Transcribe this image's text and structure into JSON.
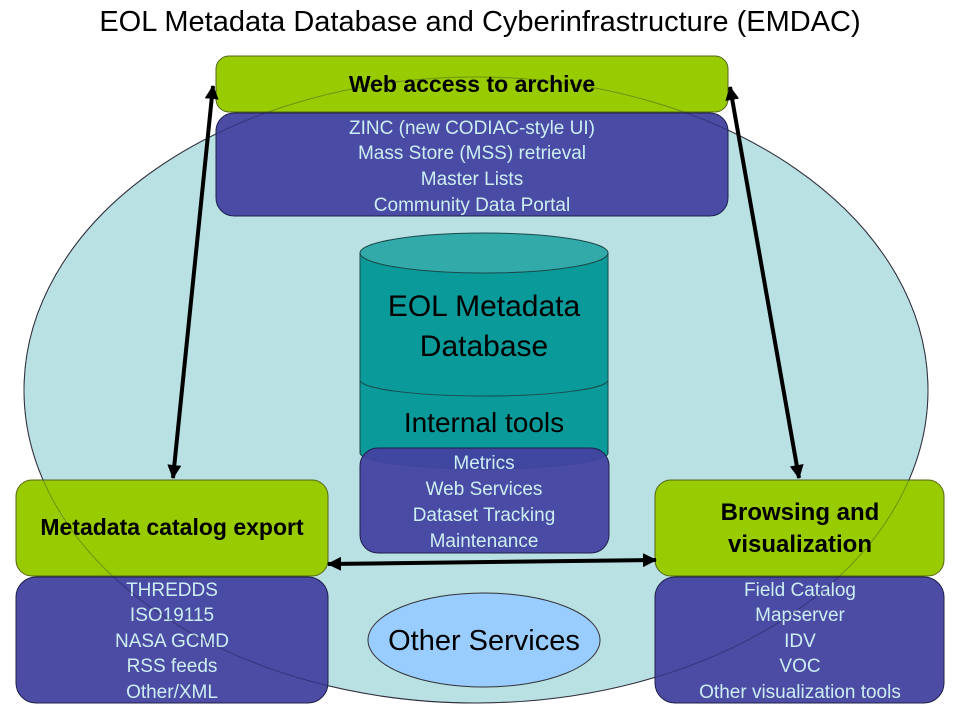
{
  "title": "EOL Metadata Database and Cyberinfrastructure (EMDAC)",
  "colors": {
    "heading_box": "#99CC00",
    "list_box": "#4242A0",
    "list_text": "#CCEEF2",
    "background_ellipse": "#B9E0E3",
    "database_body": "#0A9A9A",
    "database_top": "#33AAAA",
    "other_services": "#99CCFF"
  },
  "web_access": {
    "heading": "Web access to archive",
    "items": [
      "ZINC (new CODIAC-style UI)",
      "Mass Store (MSS) retrieval",
      "Master Lists",
      "Community Data Portal"
    ]
  },
  "database": {
    "label_lines": [
      "EOL Metadata",
      "Database"
    ],
    "internal_tools_label": "Internal tools",
    "internal_tools": [
      "Metrics",
      "Web Services",
      "Dataset Tracking",
      "Maintenance"
    ]
  },
  "catalog_export": {
    "heading": "Metadata catalog export",
    "items": [
      "THREDDS",
      "ISO19115",
      "NASA GCMD",
      "RSS feeds",
      "Other/XML"
    ]
  },
  "browsing": {
    "heading_lines": [
      "Browsing and",
      "visualization"
    ],
    "items": [
      "Field Catalog",
      "Mapserver",
      "IDV",
      "VOC",
      "Other visualization tools"
    ]
  },
  "other_services": {
    "label": "Other Services"
  },
  "connections": [
    {
      "from": "web_access",
      "to": "catalog_export",
      "direction": "bidirectional"
    },
    {
      "from": "web_access",
      "to": "browsing",
      "direction": "bidirectional"
    },
    {
      "from": "catalog_export",
      "to": "browsing",
      "direction": "bidirectional"
    }
  ]
}
